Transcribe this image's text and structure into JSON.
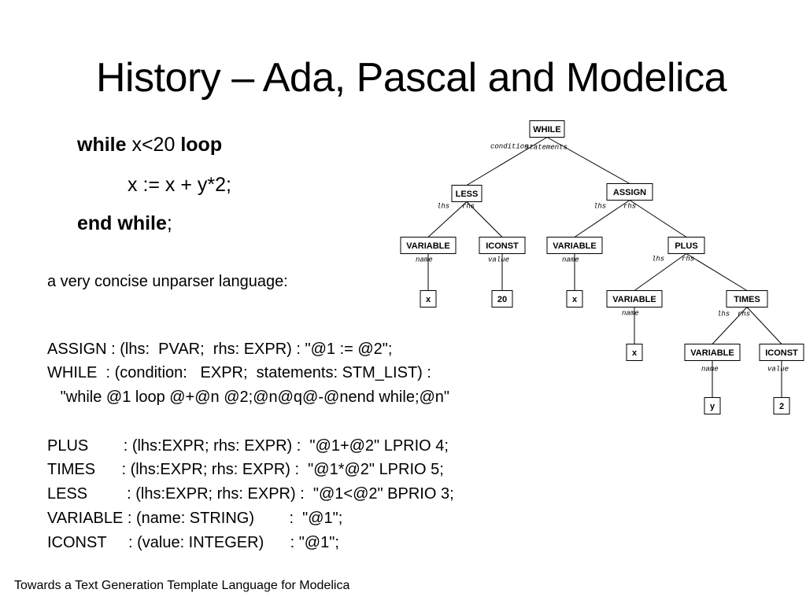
{
  "title": "History – Ada, Pascal and Modelica",
  "code": {
    "line1": {
      "kw1": "while",
      "mid": " x<20 ",
      "kw2": "loop"
    },
    "line2": "x := x + y*2;",
    "line3": {
      "kw": "end while",
      "tail": ";"
    }
  },
  "intro": "a very concise unparser language:",
  "rules": [
    "ASSIGN : (lhs:  PVAR;  rhs: EXPR) : \"@1 := @2\";",
    "WHILE  : (condition:   EXPR;  statements: STM_LIST) :",
    "   \"while @1 loop @+@n @2;@n@q@-@nend while;@n\"",
    "PLUS        : (lhs:EXPR; rhs: EXPR) :  \"@1+@2\" LPRIO 4;",
    "TIMES      : (lhs:EXPR; rhs: EXPR) :  \"@1*@2\" LPRIO 5;",
    "LESS         : (lhs:EXPR; rhs: EXPR) :  \"@1<@2\" BPRIO 3;",
    "VARIABLE : (name: STRING)        :  \"@1\";",
    "ICONST     : (value: INTEGER)      : \"@1\";"
  ],
  "tree": {
    "nodes": [
      {
        "id": "while",
        "label": "WHILE"
      },
      {
        "id": "less",
        "label": "LESS"
      },
      {
        "id": "assign",
        "label": "ASSIGN"
      },
      {
        "id": "var1",
        "label": "VARIABLE"
      },
      {
        "id": "iconst1",
        "label": "ICONST"
      },
      {
        "id": "var2",
        "label": "VARIABLE"
      },
      {
        "id": "plus",
        "label": "PLUS"
      },
      {
        "id": "x1",
        "label": "x"
      },
      {
        "id": "c20",
        "label": "20"
      },
      {
        "id": "x2",
        "label": "x"
      },
      {
        "id": "var3",
        "label": "VARIABLE"
      },
      {
        "id": "times",
        "label": "TIMES"
      },
      {
        "id": "x3",
        "label": "x"
      },
      {
        "id": "var4",
        "label": "VARIABLE"
      },
      {
        "id": "iconst2",
        "label": "ICONST"
      },
      {
        "id": "y",
        "label": "y"
      },
      {
        "id": "c2",
        "label": "2"
      }
    ],
    "edges": [
      {
        "from": "while",
        "to": "less",
        "label": "condition"
      },
      {
        "from": "while",
        "to": "assign",
        "label": "statements"
      },
      {
        "from": "less",
        "to": "var1",
        "label": "lhs"
      },
      {
        "from": "less",
        "to": "iconst1",
        "label": "rhs"
      },
      {
        "from": "assign",
        "to": "var2",
        "label": "lhs"
      },
      {
        "from": "assign",
        "to": "plus",
        "label": "rhs"
      },
      {
        "from": "var1",
        "to": "x1",
        "label": "name"
      },
      {
        "from": "iconst1",
        "to": "c20",
        "label": "value"
      },
      {
        "from": "var2",
        "to": "x2",
        "label": "name"
      },
      {
        "from": "plus",
        "to": "var3",
        "label": "lhs"
      },
      {
        "from": "plus",
        "to": "times",
        "label": "rhs"
      },
      {
        "from": "var3",
        "to": "x3",
        "label": "name"
      },
      {
        "from": "times",
        "to": "var4",
        "label": "lhs"
      },
      {
        "from": "times",
        "to": "iconst2",
        "label": "rhs"
      },
      {
        "from": "var4",
        "to": "y",
        "label": "name"
      },
      {
        "from": "iconst2",
        "to": "c2",
        "label": "value"
      }
    ]
  },
  "footer": "Towards a Text Generation Template Language for Modelica"
}
